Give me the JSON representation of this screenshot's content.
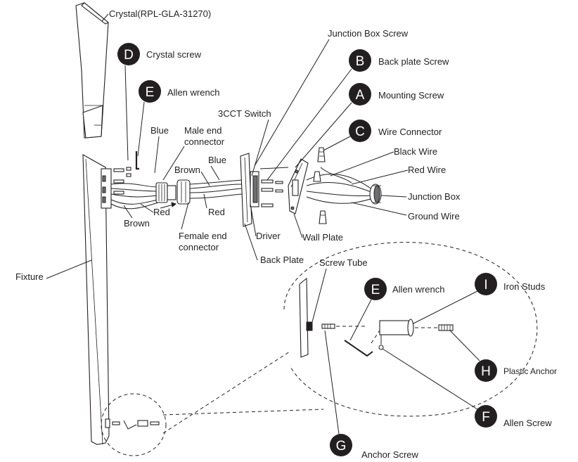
{
  "parts": {
    "crystal": "Crystal(RPL-GLA-31270)",
    "crystal_screw": "Crystal screw",
    "allen_wrench_top": "Allen wrench",
    "switch": "3CCT Switch",
    "blue_top": "Blue",
    "male_end_1": "Male end",
    "male_end_2": "connector",
    "blue_mid": "Blue",
    "brown_mid": "Brown",
    "red_left": "Red",
    "brown_left": "Brown",
    "red_mid": "Red",
    "female_end_1": "Female end",
    "female_end_2": "connector",
    "junction_box_screw": "Junction Box Screw",
    "back_plate_screw": "Back plate Screw",
    "mounting_screw": "Mounting Screw",
    "wire_connector": "Wire Connector",
    "black_wire": "Black Wire",
    "red_wire": "Red Wire",
    "junction_box": "Junction Box",
    "ground_wire": "Ground Wire",
    "driver": "Driver",
    "wall_plate": "Wall Plate",
    "back_plate": "Back Plate",
    "fixture": "Fixture",
    "screw_tube": "Screw Tube",
    "allen_wrench_detail": "Allen wrench",
    "iron_studs": "Iron Studs",
    "plastic_anchor": "Plastic Anchor",
    "allen_screw": "Allen Screw",
    "anchor_screw": "Anchor Screw"
  },
  "badges": {
    "D": "D",
    "E": "E",
    "B": "B",
    "A": "A",
    "C": "C",
    "E2": "E",
    "I": "I",
    "H": "H",
    "F": "F",
    "G": "G"
  },
  "colors": {
    "ink": "#231f20",
    "badge_fill": "#231f20",
    "shade": "#6d6e71",
    "background": "#ffffff"
  }
}
